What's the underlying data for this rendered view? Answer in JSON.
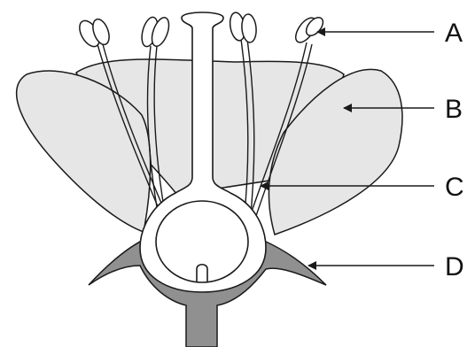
{
  "labels": {
    "a": "A",
    "b": "B",
    "c": "C",
    "d": "D"
  },
  "colors": {
    "petal": "#e6e6e6",
    "receptacle": "#909090",
    "outline": "#1a1a1a",
    "inner": "#ffffff"
  }
}
